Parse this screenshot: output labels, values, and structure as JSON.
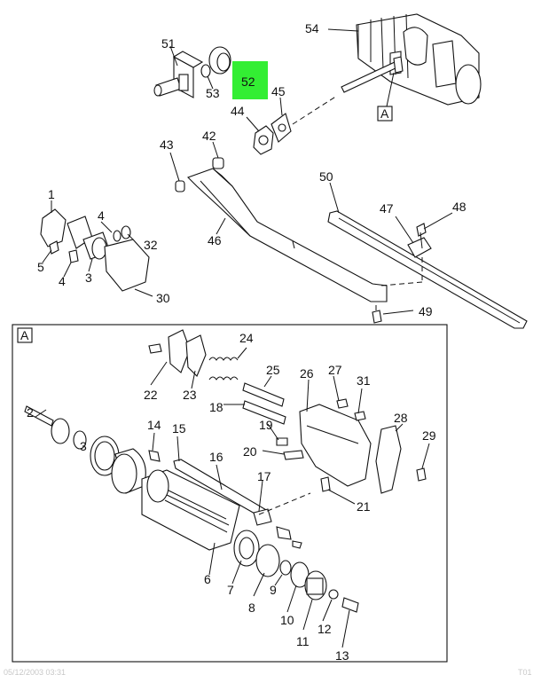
{
  "callouts": [
    "1",
    "3",
    "4",
    "4",
    "5",
    "30",
    "32",
    "42",
    "43",
    "44",
    "45",
    "46",
    "47",
    "48",
    "49",
    "50",
    "51",
    "52",
    "53",
    "54",
    "2",
    "3",
    "6",
    "7",
    "8",
    "9",
    "10",
    "11",
    "12",
    "13",
    "14",
    "15",
    "16",
    "17",
    "18",
    "19",
    "20",
    "21",
    "22",
    "23",
    "24",
    "25",
    "26",
    "27",
    "28",
    "29",
    "31"
  ],
  "highlight": {
    "label": "52",
    "color": "#33ee33"
  },
  "view_label": "A",
  "detail_box_label": "A",
  "footer_left": "05/12/2003 03:31",
  "footer_right": "T01"
}
